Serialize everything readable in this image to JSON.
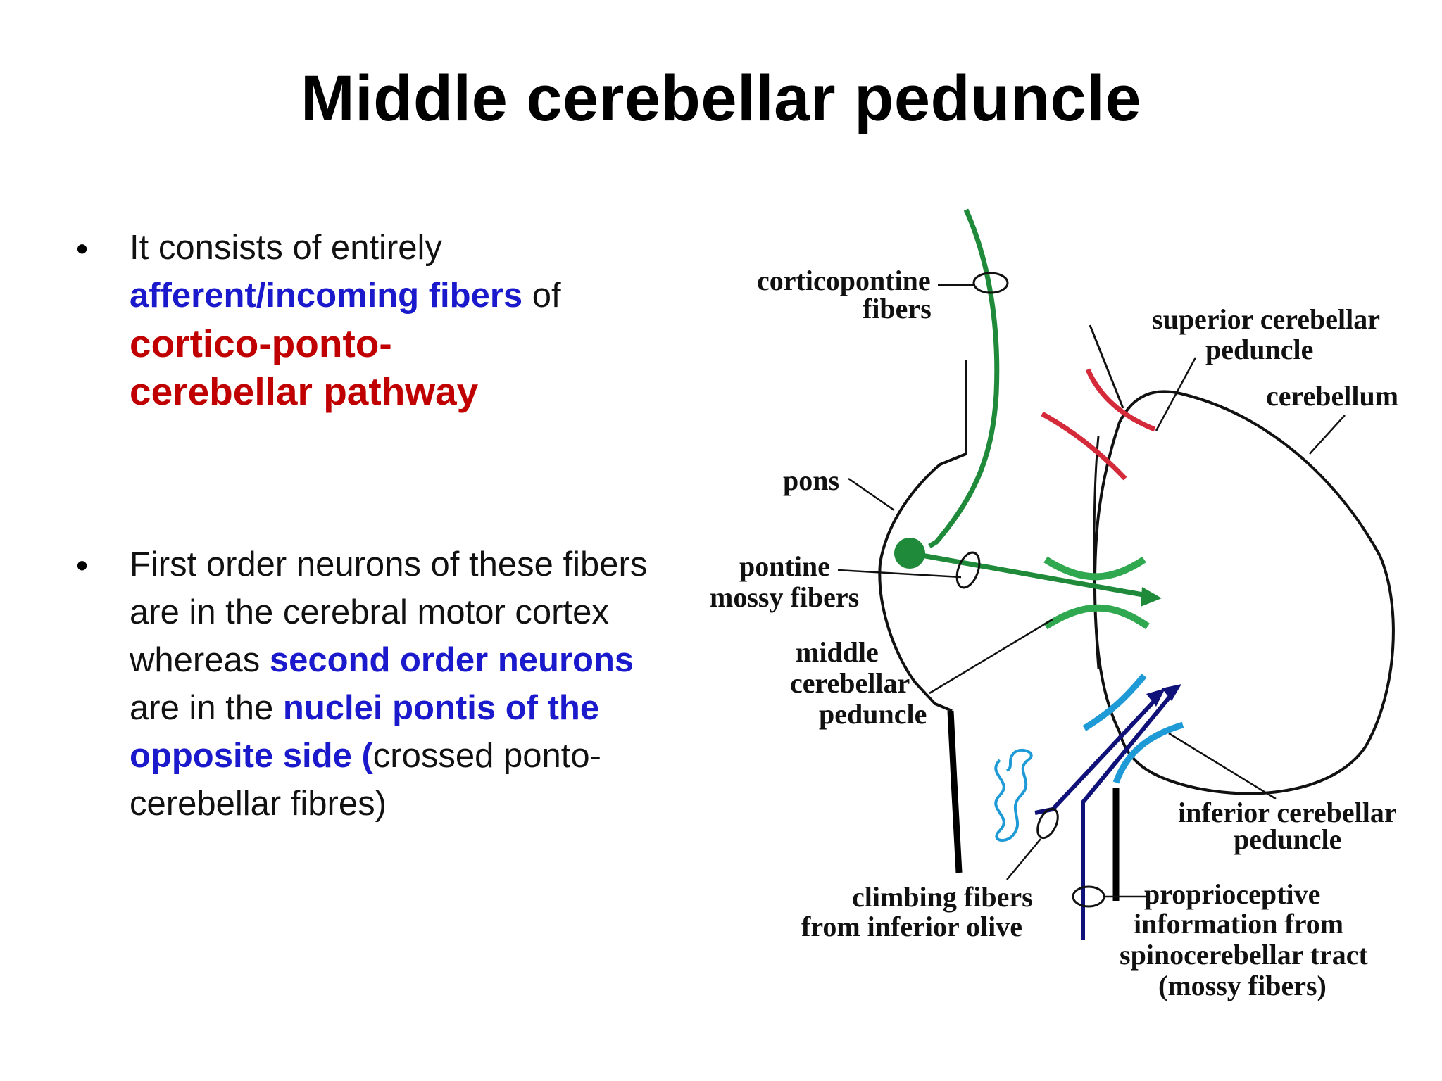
{
  "title": "Middle cerebellar peduncle",
  "bullets": [
    {
      "symbol": "•",
      "parts": [
        "It consists of entirely ",
        "afferent/incoming  fibers",
        " of ",
        "cortico-ponto- cerebellar pathway"
      ]
    },
    {
      "symbol": "•",
      "parts": [
        "First order neurons of these fibers are in the cerebral motor cortex whereas  ",
        "second order neurons",
        " are in the ",
        "nuclei pontis of the opposite side",
        " (",
        "crossed ponto- cerebellar fibres)"
      ]
    }
  ],
  "diagram": {
    "labels": {
      "corticopontine_line1": "corticopontine",
      "corticopontine_line2": "fibers",
      "superior_line1": "superior cerebellar",
      "superior_line2": "peduncle",
      "cerebellum": "cerebellum",
      "pons": "pons",
      "pontine_line1": "pontine",
      "pontine_line2": "mossy fibers",
      "middle_line1": "middle",
      "middle_line2": "cerebellar",
      "middle_line3": "peduncle",
      "inferior_line1": "inferior cerebellar",
      "inferior_line2": "peduncle",
      "climbing_line1": "climbing fibers",
      "climbing_line2": "from inferior olive",
      "proprio_line1": "proprioceptive",
      "proprio_line2": "information from",
      "proprio_line3": "spinocerebellar tract",
      "proprio_line4": "(mossy fibers)"
    },
    "colors": {
      "green": "#1f8a3a",
      "red": "#d42a3a",
      "light_blue": "#1e9ad6",
      "dark_blue": "#10127a"
    }
  }
}
